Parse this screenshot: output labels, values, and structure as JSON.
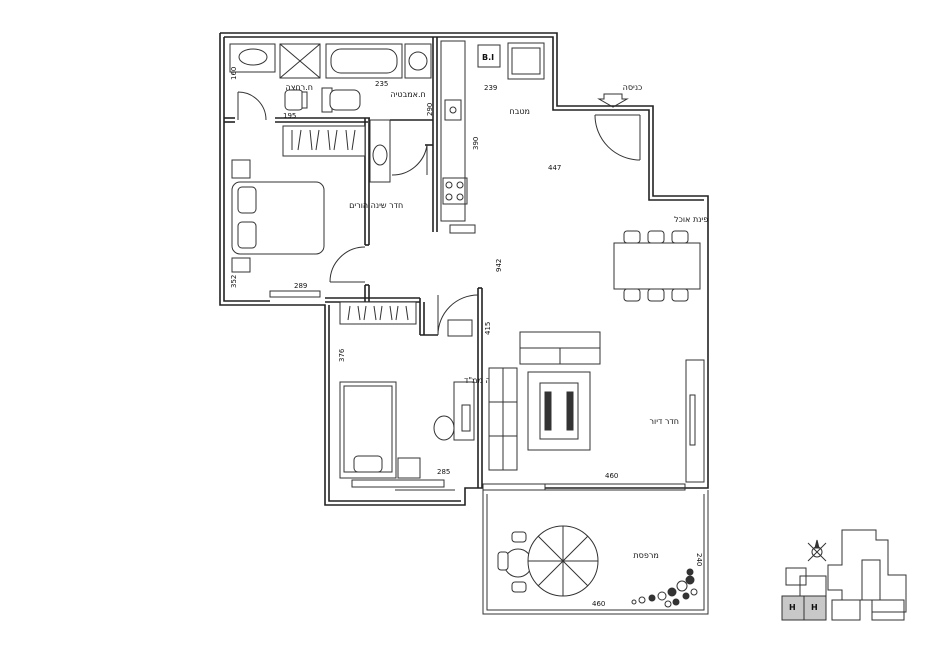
{
  "rooms": {
    "guest_toilet": "ח.רחצה",
    "master_bath": "ח.אמבטיה",
    "kitchen": "מטבח",
    "entrance": "כניסה",
    "dining": "פינת אוכל",
    "parents_bedroom": "חדר שינה הורים",
    "safe_room": "חדר שינה ממ\"ד",
    "living_room": "חדר דיור",
    "balcony": "מרפסת"
  },
  "appliances": {
    "built_in_oven": "B.I"
  },
  "dimensions": {
    "d160": "160",
    "d195": "195",
    "d235": "235",
    "d239": "239",
    "d290": "290",
    "d390": "390",
    "d447": "447",
    "d942": "942",
    "d352": "352",
    "d289": "289",
    "d376": "376",
    "d415": "415",
    "d285": "285",
    "d460_living": "460",
    "d240": "240",
    "d460_balcony": "460"
  },
  "key_plan": {
    "unit_mark_1": "H",
    "unit_mark_2": "H"
  }
}
